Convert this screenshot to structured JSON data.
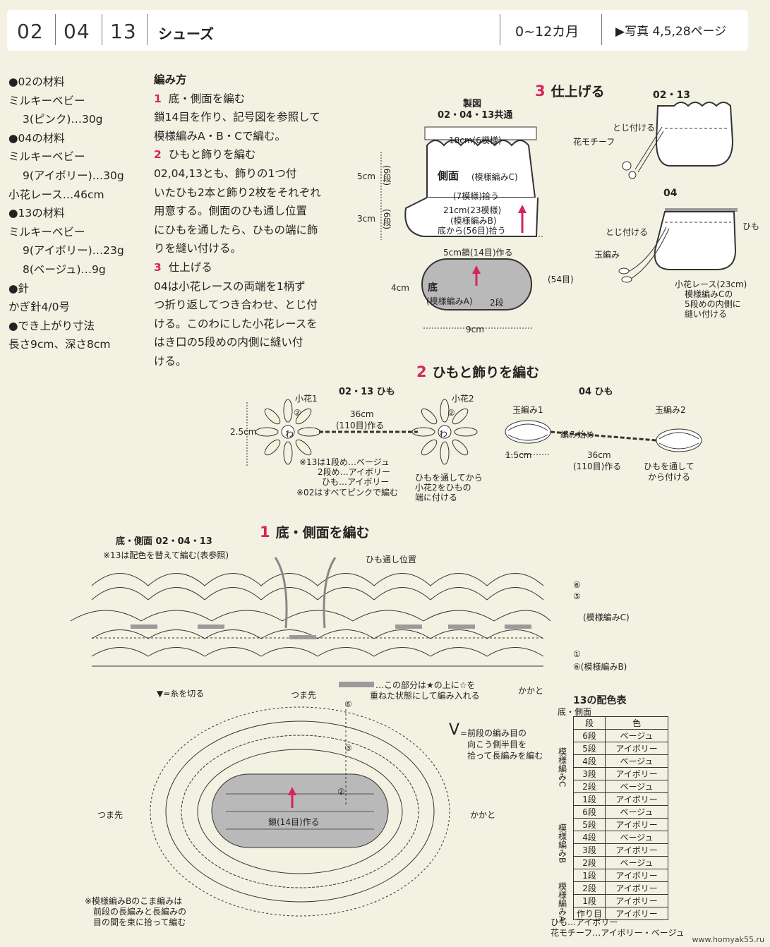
{
  "header": {
    "num1": "02",
    "num2": "04",
    "num3": "13",
    "title": "シューズ",
    "age": "0~12カ月",
    "photo": "▶写真 4,5,28ページ"
  },
  "materials": {
    "l1": "●02の材料",
    "l2": "ミルキーベビー",
    "l3": "3(ピンク)…30g",
    "l4": "●04の材料",
    "l5": "ミルキーベビー",
    "l6": "9(アイボリー)…30g",
    "l7": "小花レース…46cm",
    "l8": "●13の材料",
    "l9": "ミルキーベビー",
    "l10": "9(アイボリー)…23g",
    "l11": "8(ベージュ)…9g",
    "l12": "●針",
    "l13": "かぎ針4/0号",
    "l14": "●でき上がり寸法",
    "l15": "長さ9cm、深さ8cm"
  },
  "howto": {
    "heading": "編み方",
    "s1_num": "1",
    "s1_title": "底・側面を編む",
    "s1_l1": "鎖14目を作り、記号図を参照して",
    "s1_l2": "模様編みA・B・Cで編む。",
    "s2_num": "2",
    "s2_title": "ひもと飾りを編む",
    "s2_l1": "02,04,13とも、飾りの1つ付",
    "s2_l2": "いたひも2本と飾り2枚をそれぞれ",
    "s2_l3": "用意する。側面のひも通し位置",
    "s2_l4": "にひもを通したら、ひもの端に飾",
    "s2_l5": "りを縫い付ける。",
    "s3_num": "3",
    "s3_title": "仕上げる",
    "s3_l1": "04は小花レースの両端を1柄ず",
    "s3_l2": "つ折り返してつき合わせ、とじ付",
    "s3_l3": "ける。このわにした小花レースを",
    "s3_l4": "はき口の5段めの内側に縫い付",
    "s3_l5": "ける。"
  },
  "seizu": {
    "title1": "製図",
    "title2": "02・04・13共通",
    "top_w": "18cm(6模様)",
    "h1": "5cm",
    "h1_rows": "(6段)",
    "side_label": "側面",
    "side_pattern": "(模様編みC)",
    "pick7": "(7模様)拾う",
    "h2": "3cm",
    "h2_rows": "(6段)",
    "w21": "21cm(23模様)",
    "patB": "(模様編みB)",
    "pick56": "底から(56目)拾う",
    "ch5": "5cm鎖(14目)作る",
    "h4": "4cm",
    "bottom_label": "底",
    "bottom_pattern": "(模様編みA)",
    "rows2": "2段",
    "sts54": "(54目)",
    "w9": "9cm"
  },
  "finish": {
    "sec_num": "3",
    "sec_title": "仕上げる",
    "v1": "02・13",
    "tojitsuke1": "とじ付ける",
    "flower": "花モチーフ",
    "v2": "04",
    "himo": "ひも",
    "tojitsuke2": "とじ付ける",
    "tamaami": "玉編み",
    "lace1": "小花レース(23cm)",
    "lace2": "模様編みCの",
    "lace3": "5段めの内側に",
    "lace4": "縫い付ける"
  },
  "cord": {
    "sec_num": "2",
    "sec_title": "ひもと飾りを編む",
    "t1": "02・13 ひも",
    "t2": "04 ひも",
    "flower1": "小花1",
    "flower2": "小花2",
    "len1": "36cm",
    "len1b": "(110目)作る",
    "h25": "2.5cm",
    "wa": "わ",
    "r2": "②",
    "n1": "※13は1段め…ベージュ",
    "n2": "2段め…アイボリー",
    "n3": "ひも…アイボリー",
    "n4": "※02はすべてピンクで編む",
    "attach1": "ひもを通してから",
    "attach2": "小花2をひもの",
    "attach3": "端に付ける",
    "tama1": "玉編み1",
    "tama2": "玉編み2",
    "start": "編み始め",
    "w15": "1.5cm",
    "len2": "36cm",
    "len2b": "(110目)作る",
    "attach4": "ひもを通して",
    "attach5": "から付ける"
  },
  "chart": {
    "sec_num": "1",
    "sec_title": "底・側面を編む",
    "sub": "底・側面 02・04・13",
    "note": "※13は配色を替えて編む(表参照)",
    "himodoshi": "ひも通し位置",
    "r6": "⑥",
    "r5": "⑤",
    "r1": "①",
    "patC": "(模様編みC)",
    "patB": "⑥(模様編みB)",
    "cut": "▼=糸を切る",
    "toe": "つま先",
    "heel": "かかと",
    "overlap1": "…この部分は★の上に☆を",
    "overlap2": "重ねた状態にして編み入れる",
    "r6b": "⑥",
    "r3": "③",
    "r2b": "②",
    "toe2": "つま先",
    "heel2": "かかと",
    "chain14": "鎖(14目)作る",
    "v1": "=前段の編み目の",
    "v2": "向こう側半目を",
    "v3": "拾って長編みを編む",
    "bnote1": "※模様編みBのこま編みは",
    "bnote2": "前段の長編みと長編みの",
    "bnote3": "目の間を束に拾って編む"
  },
  "colortable": {
    "title": "13の配色表",
    "sub": "底・側面",
    "col1": "段",
    "col2": "色",
    "groupC": "模様編みC",
    "groupB": "模様編みB",
    "groupA": "模様編みA",
    "rows": [
      {
        "dan": "6段",
        "color": "ベージュ"
      },
      {
        "dan": "5段",
        "color": "アイボリー"
      },
      {
        "dan": "4段",
        "color": "ベージュ"
      },
      {
        "dan": "3段",
        "color": "アイボリー"
      },
      {
        "dan": "2段",
        "color": "ベージュ"
      },
      {
        "dan": "1段",
        "color": "アイボリー"
      },
      {
        "dan": "6段",
        "color": "ベージュ"
      },
      {
        "dan": "5段",
        "color": "アイボリー"
      },
      {
        "dan": "4段",
        "color": "ベージュ"
      },
      {
        "dan": "3段",
        "color": "アイボリー"
      },
      {
        "dan": "2段",
        "color": "ベージュ"
      },
      {
        "dan": "1段",
        "color": "アイボリー"
      },
      {
        "dan": "2段",
        "color": "アイボリー"
      },
      {
        "dan": "1段",
        "color": "アイボリー"
      },
      {
        "dan": "作り目",
        "color": "アイボリー"
      }
    ],
    "f1": "ひも…アイボリー",
    "f2": "花モチーフ…アイボリー・ベージュ"
  },
  "footer": {
    "url": "www.homyak55.ru"
  },
  "colors": {
    "accent": "#d6245e",
    "background": "#f3f1e2",
    "gray_fill": "#b9b9b9"
  }
}
